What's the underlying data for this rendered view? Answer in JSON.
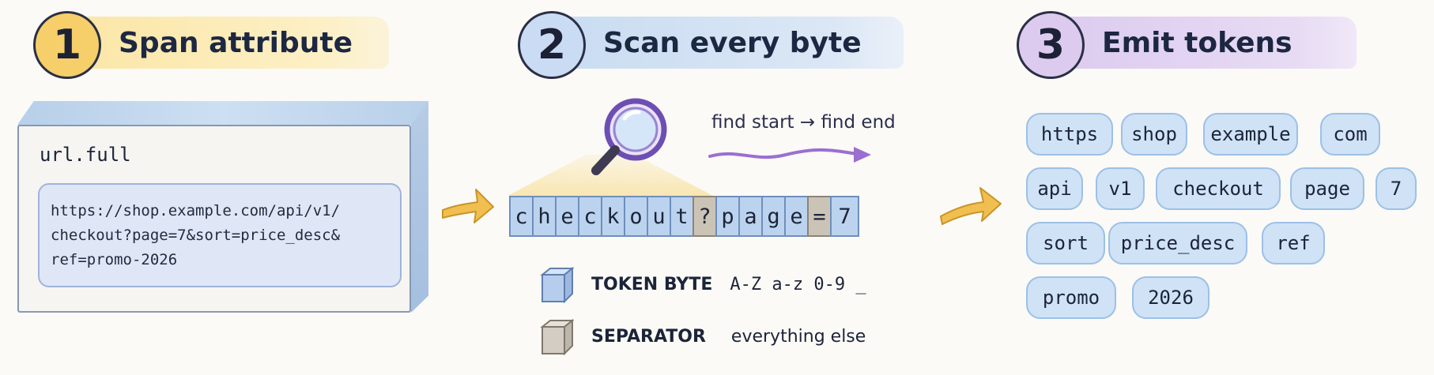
{
  "steps": [
    {
      "number": "1",
      "title": "Span attribute"
    },
    {
      "number": "2",
      "title": "Scan every byte"
    },
    {
      "number": "3",
      "title": "Emit tokens"
    }
  ],
  "attribute": {
    "name": "url.full",
    "value_lines": [
      "https://shop.example.com/api/v1/",
      "checkout?page=7&sort=price_desc&",
      "ref=promo-2026"
    ]
  },
  "scan": {
    "note": "find start → find end",
    "bytes": [
      {
        "char": "c",
        "kind": "token"
      },
      {
        "char": "h",
        "kind": "token"
      },
      {
        "char": "e",
        "kind": "token"
      },
      {
        "char": "c",
        "kind": "token"
      },
      {
        "char": "k",
        "kind": "token"
      },
      {
        "char": "o",
        "kind": "token"
      },
      {
        "char": "u",
        "kind": "token"
      },
      {
        "char": "t",
        "kind": "token"
      },
      {
        "char": "?",
        "kind": "separator"
      },
      {
        "char": "p",
        "kind": "token"
      },
      {
        "char": "a",
        "kind": "token"
      },
      {
        "char": "g",
        "kind": "token"
      },
      {
        "char": "e",
        "kind": "token"
      },
      {
        "char": "=",
        "kind": "separator"
      },
      {
        "char": "7",
        "kind": "token"
      }
    ]
  },
  "legend": [
    {
      "label": "TOKEN BYTE",
      "description": "A-Z a-z 0-9 _",
      "color": "#bcd3ef"
    },
    {
      "label": "SEPARATOR",
      "description": "everything else",
      "color": "#cbc3b6"
    }
  ],
  "tokens": [
    "https",
    "shop",
    "example",
    "com",
    "api",
    "v1",
    "checkout",
    "page",
    "7",
    "sort",
    "price_desc",
    "ref",
    "promo",
    "2026"
  ],
  "colors": {
    "step1": "#f6cf6a",
    "step2": "#c9dcf3",
    "step3": "#dccbef",
    "token_fill": "#cfe2f6",
    "arrow": "#f1bf4f",
    "scan_arrow": "#9b6fd0"
  },
  "icons": [
    "magnifier-icon",
    "curved-arrow-icon",
    "cube-icon"
  ]
}
